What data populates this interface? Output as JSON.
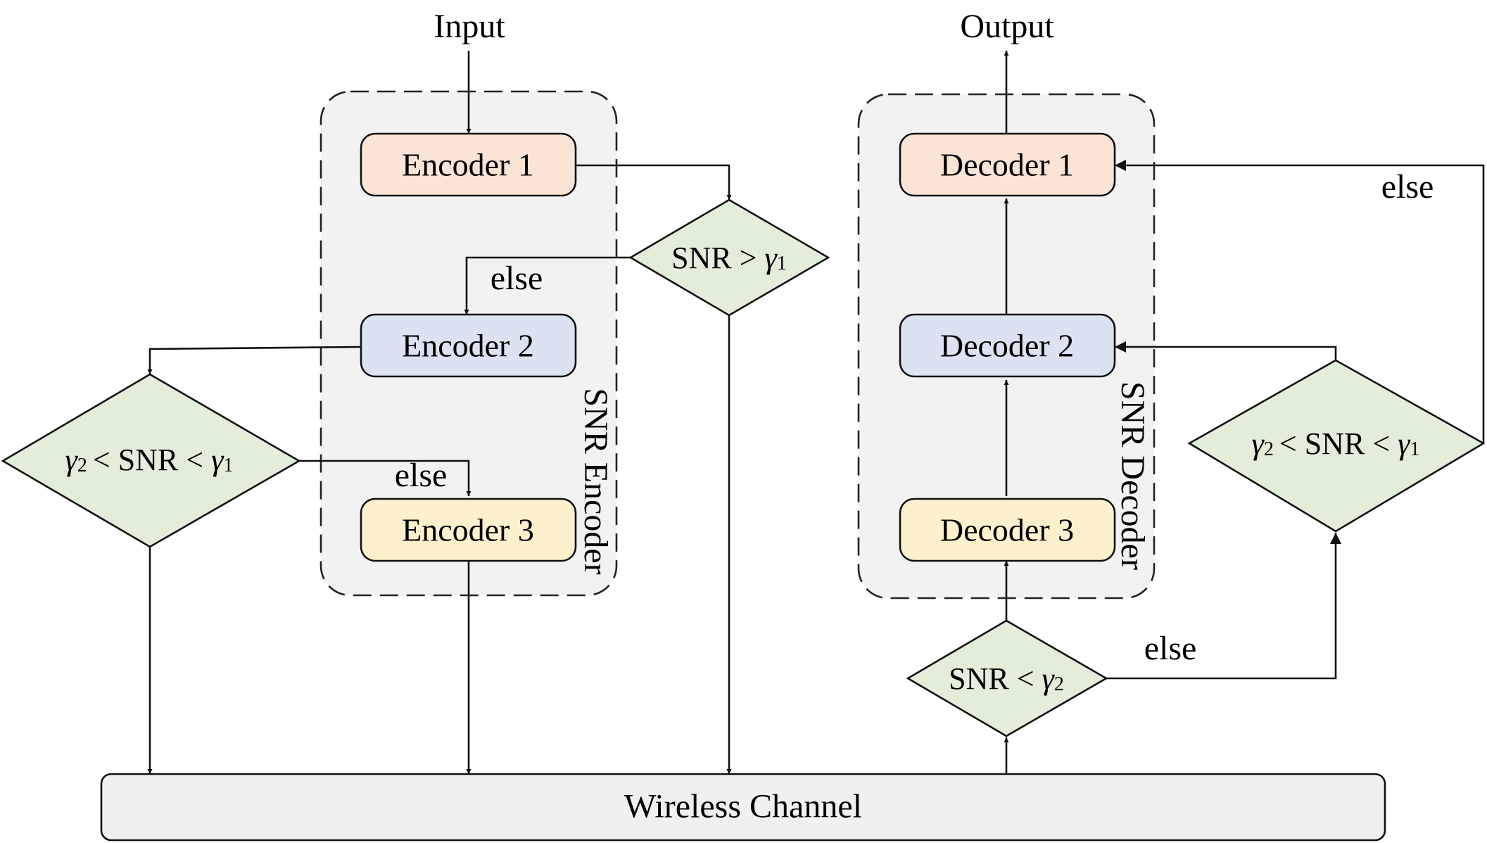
{
  "io": {
    "input": "Input",
    "output": "Output"
  },
  "groups": {
    "encoder": "SNR Encoder",
    "decoder": "SNR Decoder"
  },
  "encoders": [
    "Encoder 1",
    "Encoder 2",
    "Encoder 3"
  ],
  "decoders": [
    "Decoder 1",
    "Decoder 2",
    "Decoder 3"
  ],
  "conditions": {
    "enc_high": {
      "lhs": "SNR >",
      "gamma": "γ",
      "sub": "1"
    },
    "enc_mid": {
      "g_a": "γ",
      "sub_a": "2",
      "mid": "< SNR <",
      "g_b": "γ",
      "sub_b": "1"
    },
    "dec_low": {
      "lhs": "SNR <",
      "gamma": "γ",
      "sub": "2"
    },
    "dec_mid": {
      "g_a": "γ",
      "sub_a": "2",
      "mid": "< SNR <",
      "g_b": "γ",
      "sub_b": "1"
    }
  },
  "else_label": "else",
  "channel": "Wireless Channel",
  "colors": {
    "encoder1": "#f9e4d6",
    "encoder2": "#dbe2f1",
    "encoder3": "#fdf1cd",
    "diamond": "#e2eeda",
    "group": "#f2f2f2",
    "channel": "#f0f0f0"
  }
}
